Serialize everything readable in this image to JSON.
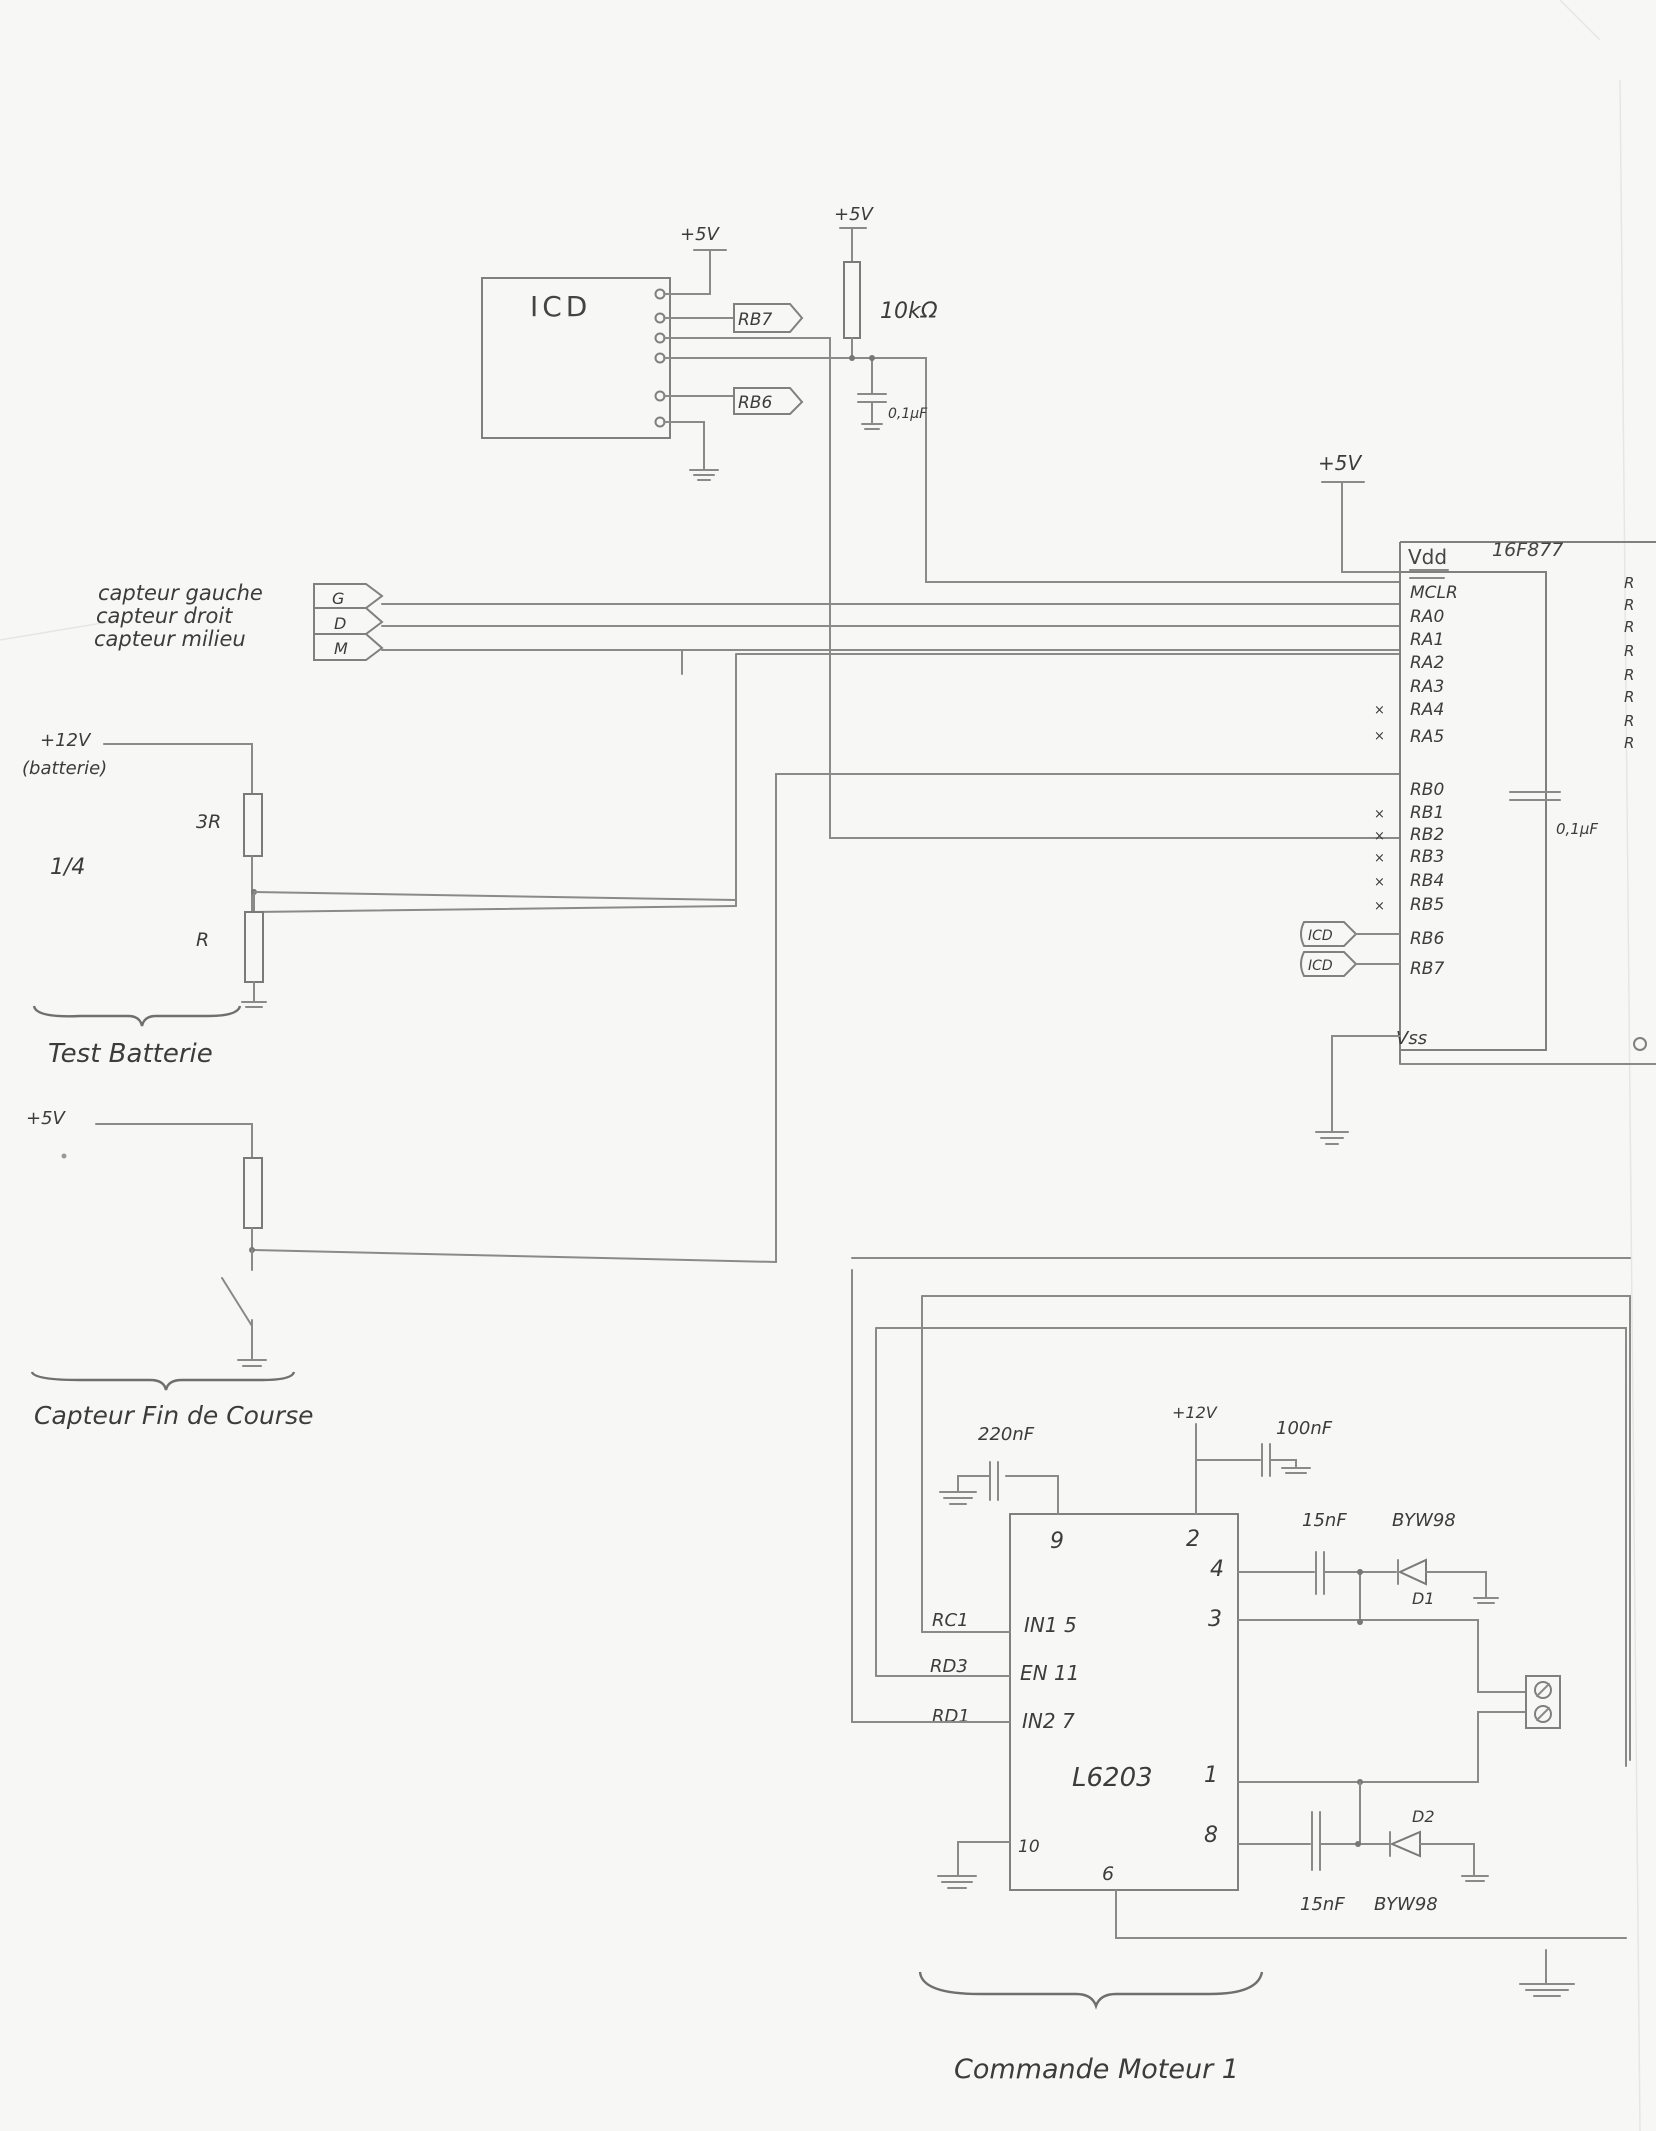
{
  "icd": {
    "label": "ICD",
    "pin_rb7": "RB7",
    "pin_rb6": "RB6"
  },
  "supply": {
    "plus5v": "+5V",
    "plus12v": "+12V",
    "battery": "(batterie)"
  },
  "pullup": {
    "resistor": "10kΩ",
    "cap": "0,1µF"
  },
  "sensors": {
    "left": "capteur gauche",
    "right": "capteur droit",
    "middle": "capteur milieu",
    "tag_g": "G",
    "tag_d": "D",
    "tag_m": "M"
  },
  "battery_test": {
    "r_top": "3R",
    "r_bottom": "R",
    "ratio": "1/4",
    "title": "Test Batterie"
  },
  "limit_switch": {
    "title": "Capteur Fin de Course"
  },
  "mcu": {
    "part": "16F877",
    "vdd": "Vdd",
    "vss": "Vss",
    "decoupling": "0,1µF",
    "pins": [
      "MCLR",
      "RA0",
      "RA1",
      "RA2",
      "RA3",
      "RA4",
      "RA5",
      "RB0",
      "RB1",
      "RB2",
      "RB3",
      "RB4",
      "RB5",
      "RB6",
      "RB7"
    ],
    "icd_tag": "ICD",
    "right_edge_letters": [
      "R",
      "R",
      "R",
      "R",
      "R",
      "R",
      "R",
      "R"
    ]
  },
  "driver": {
    "part": "L6203",
    "pin9": "9",
    "pin2": "2",
    "pin4": "4",
    "pin3": "3",
    "pin1": "1",
    "pin8": "8",
    "pin10": "10",
    "pin6": "6",
    "in1": "IN1 5",
    "en": "EN 11",
    "in2": "IN2 7",
    "rc1": "RC1",
    "rd3": "RD3",
    "rd1": "RD1",
    "c_220": "220nF",
    "c_100": "100nF",
    "c_15a": "15nF",
    "c_15b": "15nF",
    "d1": "D1",
    "d2": "D2",
    "byw_a": "BYW98",
    "byw_b": "BYW98",
    "title": "Commande Moteur 1"
  }
}
